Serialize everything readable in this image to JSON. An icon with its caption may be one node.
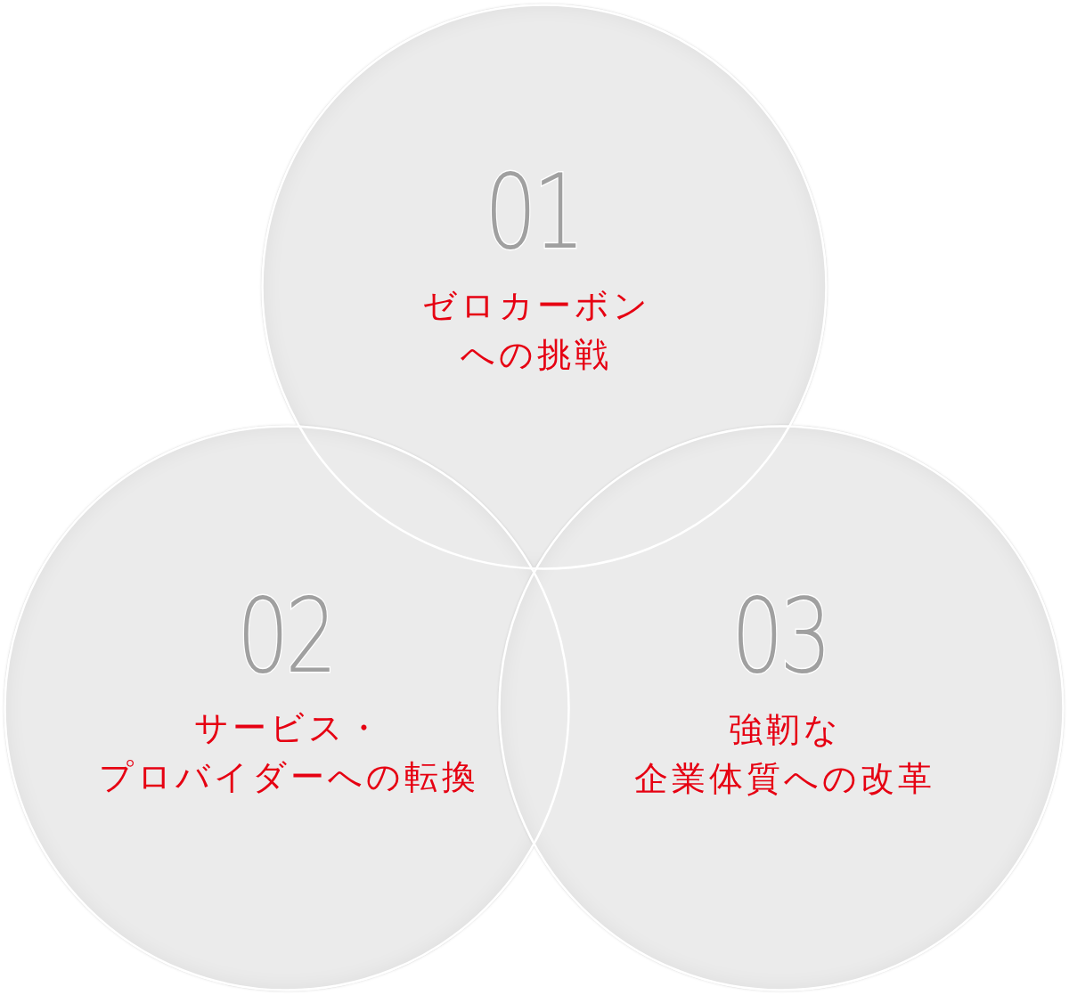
{
  "diagram": {
    "nodes": [
      {
        "text": [
          "01",
          "ゼロカーボンへの挑戦"
        ]
      },
      {
        "text": [
          "02",
          "サービス・プロバイダーへの転換"
        ]
      },
      {
        "text": [
          "03",
          "強靭な企業体質への改革"
        ]
      }
    ]
  }
}
